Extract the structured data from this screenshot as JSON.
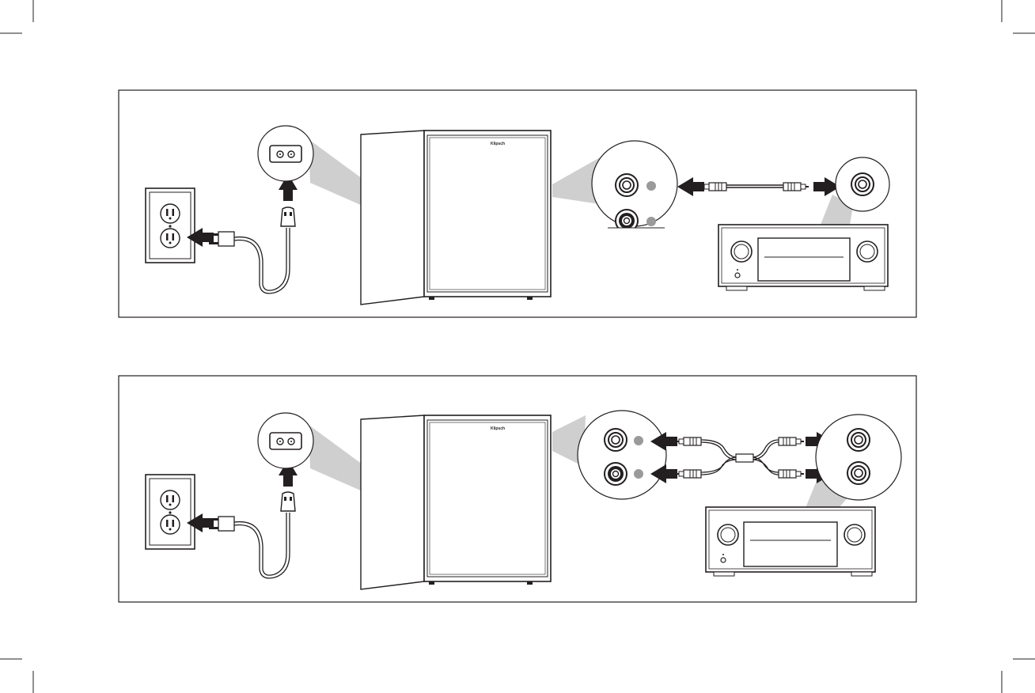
{
  "brand": {
    "logo_text": "Klipsch"
  },
  "colors": {
    "line": "#231f20",
    "callout_gray": "#cfcfcf",
    "dot_gray": "#9a9a9a",
    "background": "#ffffff"
  },
  "panels": [
    {
      "name": "single-rca-connection",
      "rca_jacks": 1,
      "cable": "single-rca-cable"
    },
    {
      "name": "dual-rca-connection",
      "rca_jacks": 2,
      "cable": "y-splitter-rca-cable"
    }
  ]
}
